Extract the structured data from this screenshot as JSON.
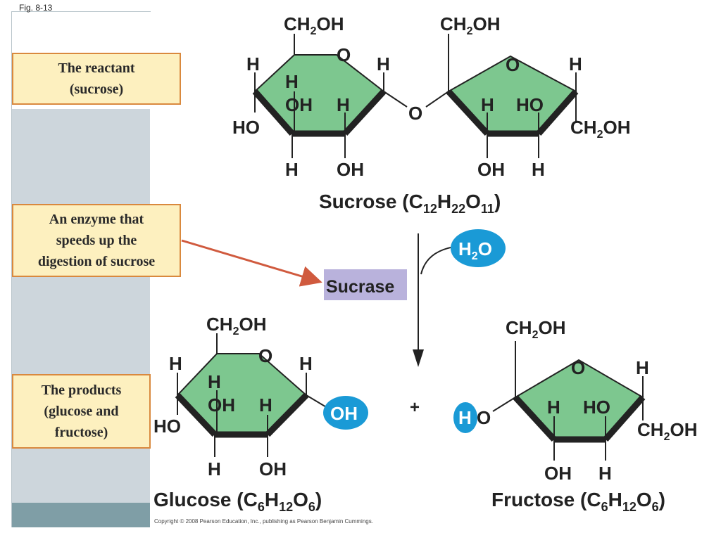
{
  "figure_label": "Fig. 8-13",
  "callouts": {
    "reactant": [
      "The reactant",
      "(sucrose)"
    ],
    "enzyme": [
      "An enzyme that",
      "speeds up the",
      "digestion of sucrose"
    ],
    "products": [
      "The products",
      "(glucose and",
      "fructose)"
    ]
  },
  "sucrose": {
    "name": "Sucrose (C",
    "c": "12",
    "h_letter": "H",
    "h": "22",
    "o_letter": "O",
    "o": "11",
    "close": ")",
    "glucose_ring": {
      "top": "CH",
      "top_sub": "2",
      "top_end": "OH",
      "o": "O",
      "h_left": "H",
      "h_right": "H",
      "h_inner": "H",
      "oh_inner": "OH",
      "h_inner2": "H",
      "ho": "HO",
      "h_bottom": "H",
      "oh_bottom": "OH"
    },
    "bridge_o": "O",
    "fructose_ring": {
      "top": "CH",
      "top_sub": "2",
      "top_end": "OH",
      "o": "O",
      "h_right": "H",
      "h_inner": "H",
      "ho_inner": "HO",
      "ch2oh": "CH",
      "ch2oh_sub": "2",
      "ch2oh_end": "OH",
      "oh_bottom": "OH",
      "h_bottom": "H"
    }
  },
  "water": {
    "h": "H",
    "sub": "2",
    "o": "O"
  },
  "enzyme_label": "Sucrase",
  "plus": "+",
  "glucose": {
    "name": "Glucose (C",
    "c": "6",
    "h_letter": "H",
    "h": "12",
    "o_letter": "O",
    "o": "6",
    "close": ")",
    "ring": {
      "top": "CH",
      "top_sub": "2",
      "top_end": "OH",
      "o": "O",
      "h_left": "H",
      "h_right": "H",
      "h_inner": "H",
      "oh_inner": "OH",
      "h_inner2": "H",
      "ho": "HO",
      "h_bottom": "H",
      "oh_bottom": "OH",
      "oh_highlight": "OH"
    }
  },
  "fructose": {
    "name": "Fructose (C",
    "c": "6",
    "h_letter": "H",
    "h": "12",
    "o_letter": "O",
    "o": "6",
    "close": ")",
    "ring": {
      "top": "CH",
      "top_sub": "2",
      "top_end": "OH",
      "o": "O",
      "h_right": "H",
      "h_highlight": "H",
      "o_left": "O",
      "h_inner": "H",
      "ho_inner": "HO",
      "ch2oh": "CH",
      "ch2oh_sub": "2",
      "ch2oh_end": "OH",
      "oh_bottom": "OH",
      "h_bottom": "H"
    }
  },
  "copyright": "Copyright © 2008 Pearson Education, Inc., publishing as Pearson Benjamin Cummings.",
  "colors": {
    "ring_fill": "#7dc78f",
    "ring_edge": "#222222",
    "callout_fill": "#fdf0bf",
    "callout_border": "#d9893e",
    "enzyme_box": "#b9b2dc",
    "highlight": "#1a9ad6",
    "arrow": "#d05a3e"
  }
}
